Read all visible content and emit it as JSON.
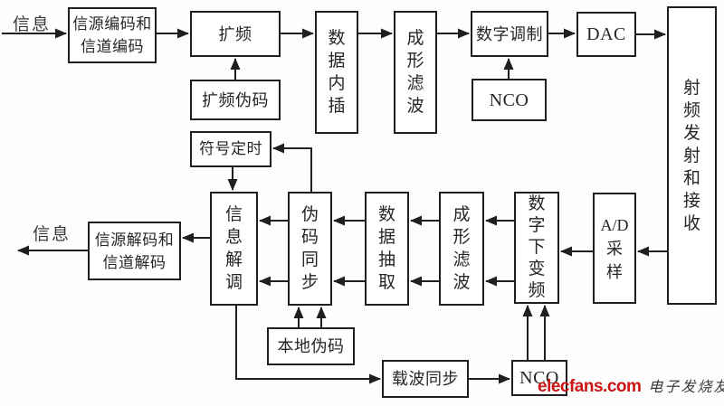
{
  "diagram": {
    "labels": {
      "info_in": "信息",
      "info_out": "信息"
    },
    "blocks": {
      "source_encoding": "信源编码和\n信道编码",
      "spreading": "扩频",
      "spreading_pn": "扩频伪码",
      "data_interpolation": "数\n据\n内\n插",
      "shaping_filter_tx": "成\n形\n滤\n波",
      "digital_modulation": "数字调制",
      "nco_tx": "NCO",
      "dac": "DAC",
      "rf_frontend": "射\n频\n发\n射\n和\n接\n收",
      "symbol_timing": "符号定时",
      "demodulation": "信\n息\n解\n调",
      "pn_sync": "伪\n码\n同\n步",
      "data_decimation": "数\n据\n抽\n取",
      "shaping_filter_rx": "成\n形\n滤\n波",
      "ddc": "数\n字\n下\n变\n频",
      "ad_sampling": "A/D\n采\n样",
      "source_decoding": "信源解码和\n信道解码",
      "local_pn": "本地伪码",
      "carrier_sync": "载波同步",
      "nco_rx": "NCO"
    },
    "watermark": {
      "brand": "elecfans.com",
      "brand_cn": "电子发烧友",
      "brand_color": "#cc1414"
    },
    "colors": {
      "line": "#1f1f1f",
      "box_bg": "#ffffff"
    }
  }
}
